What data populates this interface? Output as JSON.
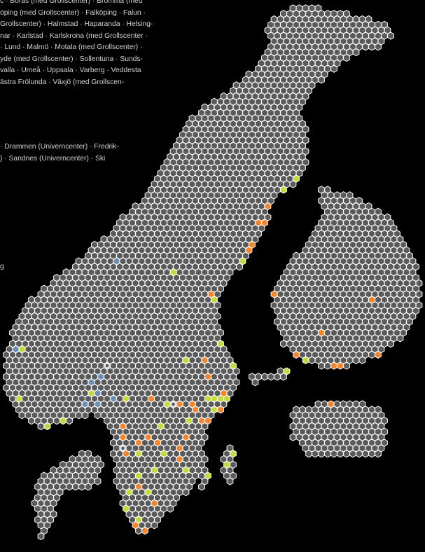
{
  "sweden_locations_text": [
    "c · Borås (med Grollscenter) · Bromma (med",
    "öping (med Grollscenter) · Falköping · Falun ·",
    "Grollscenter) · Halmstad · Haparanda · Helsing-",
    "nar · Karlstad · Karlskrona (med Grollscenter ·",
    "· Lund · Malmö · Motala (med Grollscenter) ·",
    "yde (med Grollscenter) · Sollentuna · Sunds-",
    "valla · Umeå · Uppsala · Varberg · Veddesta",
    "ästra Frölunda · Växjö (med Grollscen-"
  ],
  "norway_locations_text": [
    "· Drammen (Univerncenter) · Fredrik-",
    ") · Sandnes (Univerncenter) · Ski"
  ],
  "stray_letter": "g",
  "colors": {
    "background": "#000000",
    "hex_fill": "#5a5a5a",
    "hex_stroke": "#ffffff",
    "marker_green": "#c4d93a",
    "marker_orange": "#f5842b",
    "marker_blue": "#6b8fb5",
    "marker_center_ring": "#f5f5f5"
  },
  "legend_note": "Hexagon tile map of the Nordic countries with highlighted locations"
}
